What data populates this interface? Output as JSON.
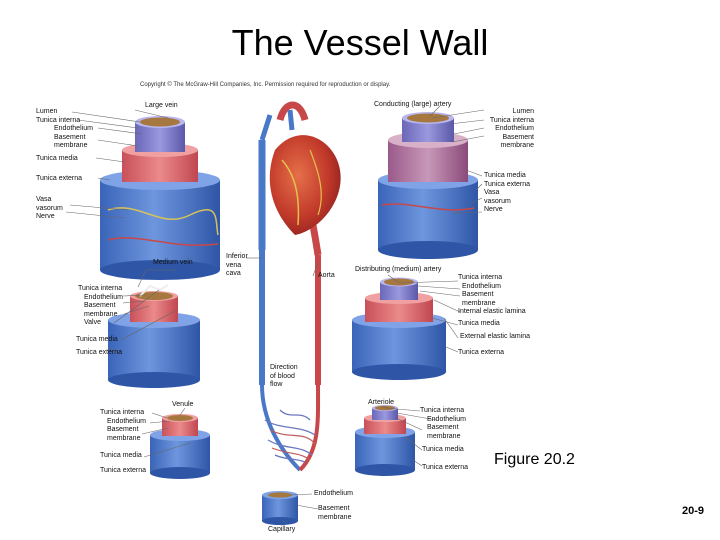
{
  "title": "The Vessel Wall",
  "copyright": "Copyright © The McGraw-Hill Companies, Inc. Permission required for reproduction or display.",
  "figure": "Figure 20.2",
  "page_number": "20-9",
  "large_vein": {
    "heading": "Large vein",
    "lumen_group": [
      "Lumen",
      "Tunica interna",
      "Endothelium",
      "Basement",
      "membrane"
    ],
    "tunica_media": "Tunica media",
    "tunica_externa": "Tunica externa",
    "vasa_group": [
      "Vasa",
      "vasorum",
      "Nerve"
    ]
  },
  "conducting_artery": {
    "heading": "Conducting (large) artery",
    "lumen_group": [
      "Lumen",
      "Tunica interna",
      "Endothelium",
      "Basement",
      "membrane"
    ],
    "media_group": [
      "Tunica media",
      "Tunica externa",
      "Vasa",
      "vasorum",
      "Nerve"
    ]
  },
  "medium_vein": {
    "heading": "Medium vein",
    "interna_group": [
      "Tunica interna",
      "Endothelium",
      "Basement",
      "membrane",
      "Valve"
    ],
    "tunica_media": "Tunica media",
    "tunica_externa": "Tunica externa"
  },
  "inferior_vena_cava": [
    "Inferior",
    "vena",
    "cava"
  ],
  "aorta": "Aorta",
  "distributing_artery": {
    "heading": "Distributing (medium) artery",
    "interna_group": [
      "Tunica interna",
      "Endothelium",
      "Basement",
      "membrane",
      "Internal elastic lamina"
    ],
    "tunica_media": "Tunica media",
    "external_elastic_lamina": "External elastic lamina",
    "tunica_externa": "Tunica externa"
  },
  "direction": [
    "Direction",
    "of blood",
    "flow"
  ],
  "venule": {
    "heading": "Venule",
    "interna_group": [
      "Tunica interna",
      "Endothelium",
      "Basement",
      "membrane"
    ],
    "tunica_media": "Tunica media",
    "tunica_externa": "Tunica externa"
  },
  "arteriole": {
    "heading": "Arteriole",
    "interna_group": [
      "Tunica interna",
      "Endothelium",
      "Basement",
      "membrane"
    ],
    "tunica_media": "Tunica media",
    "tunica_externa": "Tunica externa"
  },
  "capillary": {
    "endothelium": "Endothelium",
    "basement_group": [
      "Basement",
      "membrane"
    ],
    "heading": "Capillary"
  },
  "colors": {
    "vein_blue": "#4a78c8",
    "artery_red": "#c8484a",
    "muscle_red": "#d9606a",
    "tan": "#b98a55",
    "heart_red": "#b82c2c",
    "leader": "#666666"
  }
}
